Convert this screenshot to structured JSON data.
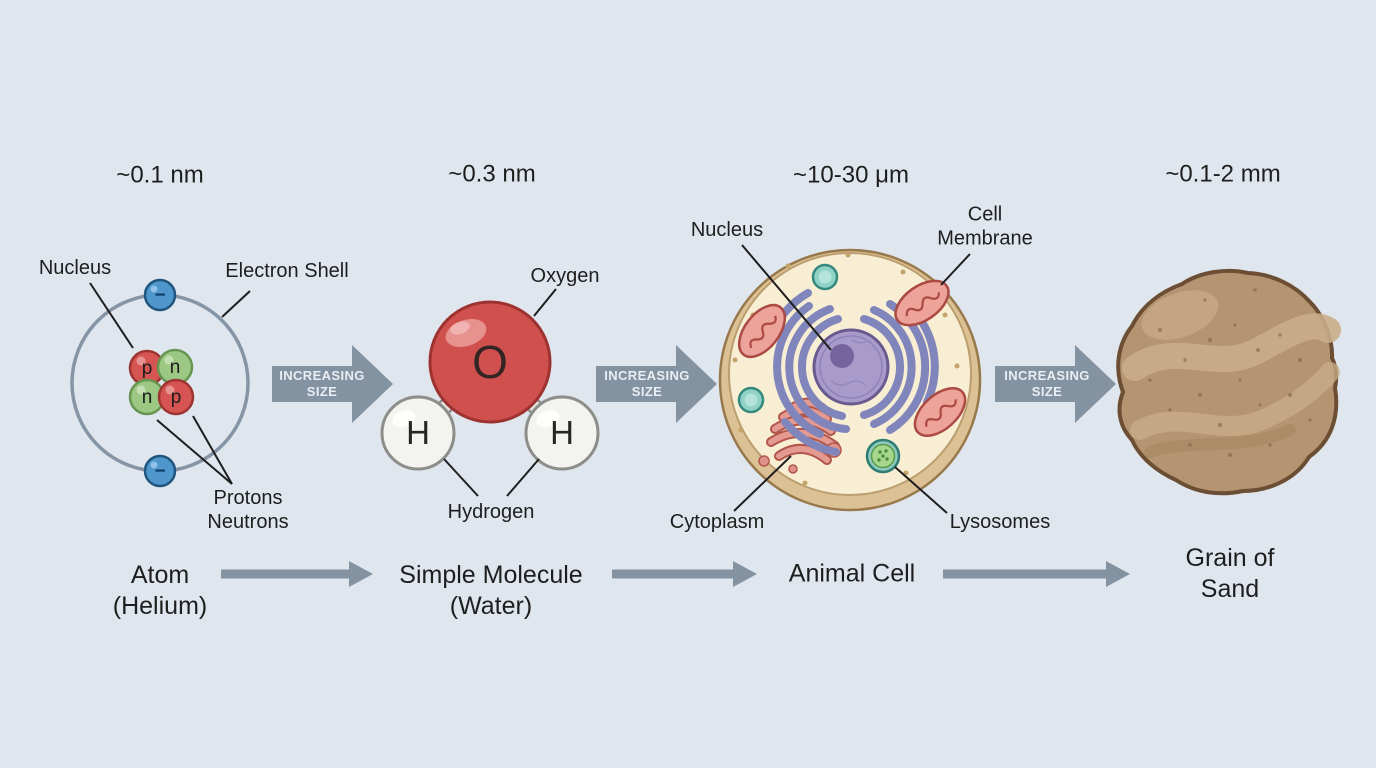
{
  "palette": {
    "background": "#dfe6ee",
    "arrow": "#8493a2",
    "arrow_text": "#e9eef4",
    "text": "#1e1e1e"
  },
  "arrow_label": "INCREASING\nSIZE",
  "stages": [
    {
      "size": "~0.1 nm",
      "name": "Atom\n(Helium)",
      "callouts": {
        "nucleus": "Nucleus",
        "electron_shell": "Electron Shell",
        "protons": "Protons",
        "neutrons": "Neutrons"
      },
      "particles": {
        "proton": "p",
        "neutron": "n",
        "electron": "−"
      }
    },
    {
      "size": "~0.3 nm",
      "name": "Simple Molecule\n(Water)",
      "callouts": {
        "oxygen": "Oxygen",
        "hydrogen": "Hydrogen"
      },
      "symbols": {
        "oxygen": "O",
        "hydrogen": "H"
      }
    },
    {
      "size": "~10-30 μm",
      "name": "Animal Cell",
      "callouts": {
        "nucleus": "Nucleus",
        "cell_membrane": "Cell\nMembrane",
        "cytoplasm": "Cytoplasm",
        "lysosomes": "Lysosomes"
      }
    },
    {
      "size": "~0.1-2 mm",
      "name": "Grain of Sand"
    }
  ]
}
